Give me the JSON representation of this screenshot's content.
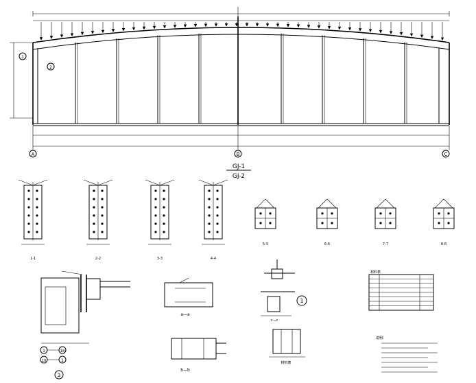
{
  "drawing": {
    "frame_title_top": "GJ-1",
    "frame_title_bottom": "GJ-2",
    "axis_left": "A",
    "axis_mid": "B",
    "axis_right": "C",
    "detail_ref_1": "1",
    "detail_ref_2": "2",
    "detail_ref_3": "3",
    "detail_ref_one": "1",
    "callout_19": "19",
    "callout_18": "18",
    "callout_1": "1",
    "section_labels": [
      "1-1",
      "2-2",
      "3-3",
      "4-4",
      "5-5",
      "6-6",
      "7-7",
      "8-8"
    ],
    "section_aa": "a—a",
    "section_bb": "b—b",
    "section_cc": "c—c",
    "notes_title": "说明：",
    "table_title": "材料表"
  },
  "colors": {
    "ink": "#000000",
    "paper": "#ffffff"
  }
}
